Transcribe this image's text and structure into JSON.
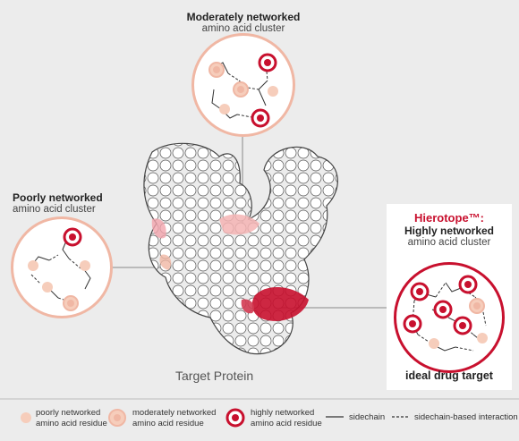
{
  "moderate": {
    "title": "Moderately networked",
    "subtitle": "amino acid cluster"
  },
  "poor": {
    "title": "Poorly networked",
    "subtitle": "amino acid cluster"
  },
  "high": {
    "brand": "Hierotope™:",
    "title": "Highly networked",
    "subtitle": "amino acid cluster",
    "caption": "ideal drug target"
  },
  "protein_label": "Target Protein",
  "legend": {
    "poor_line1": "poorly networked",
    "poor_line2": "amino acid residue",
    "mod_line1": "moderately networked",
    "mod_line2": "amino acid residue",
    "high_line1": "highly networked",
    "high_line2": "amino acid residue",
    "sidechain": "sidechain",
    "interaction": "sidechain-based interaction"
  },
  "colors": {
    "poor": "#f6cdbb",
    "moderate": "#f0b7a4",
    "high": "#c8102e",
    "background": "#ececec"
  }
}
